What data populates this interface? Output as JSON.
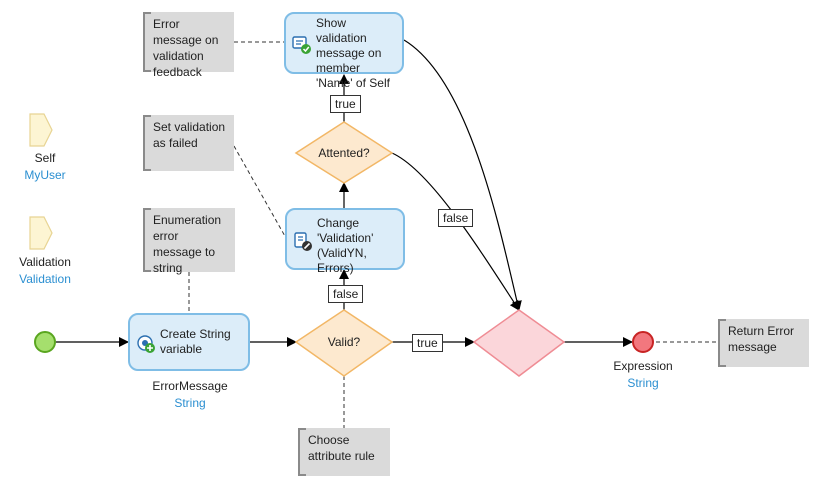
{
  "parameters": [
    {
      "name": "Self",
      "type": "MyUser"
    },
    {
      "name": "Validation",
      "type": "Validation"
    }
  ],
  "activities": {
    "create_string": {
      "label": "Create String variable",
      "var_name": "ErrorMessage",
      "var_type": "String"
    },
    "change_validation": {
      "label": "Change 'Validation' (ValidYN, Errors)"
    },
    "show_validation": {
      "label": "Show validation message on member 'Name' of Self"
    }
  },
  "decisions": {
    "valid": "Valid?",
    "attented": "Attented?"
  },
  "flow_labels": {
    "valid_true": "true",
    "valid_false": "false",
    "attented_true": "true",
    "attented_false": "false"
  },
  "end_event": {
    "name": "Expression",
    "type": "String"
  },
  "annotations": {
    "error_feedback": "Error message on validation feedback",
    "set_failed": "Set validation as failed",
    "enum_to_string": "Enumeration error message to string",
    "choose_rule": "Choose attribute rule",
    "return_error": "Return Error message"
  },
  "colors": {
    "activity_fill": "#dcedf9",
    "activity_border": "#7fbde6",
    "decision_fill": "#fde9cf",
    "decision_border": "#f2b766",
    "merge_fill": "#fbd6da",
    "merge_border": "#ef8c94",
    "start_fill": "#a5df6d",
    "start_border": "#5aa620",
    "end_fill": "#f2777e",
    "end_border": "#c82424",
    "type_text": "#2b8fd1"
  }
}
